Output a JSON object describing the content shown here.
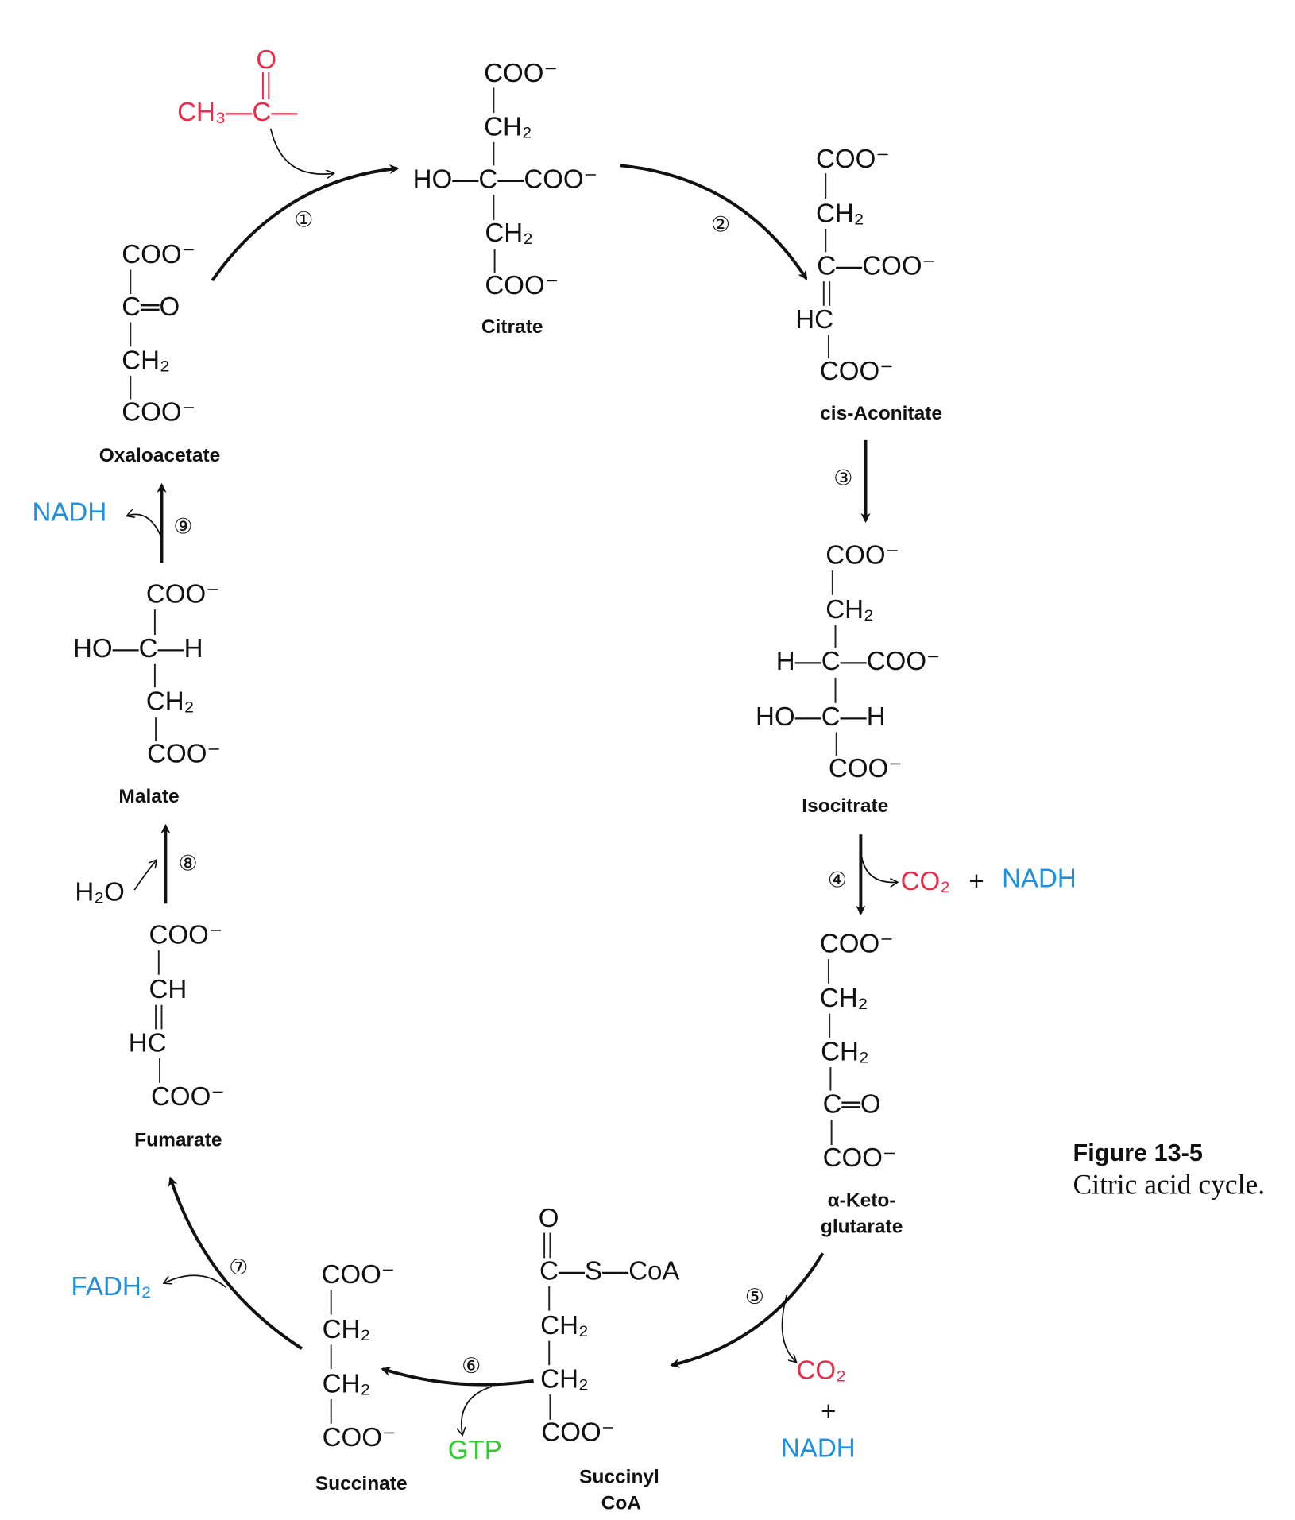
{
  "molecules": {
    "acetyl": {
      "lines": [
        "O",
        "CH₃—C—"
      ]
    },
    "citrate": {
      "name": "Citrate",
      "lines": [
        "COO⁻",
        "CH₂",
        "HO—C—COO⁻",
        "CH₂",
        "COO⁻"
      ]
    },
    "cis_aconitate": {
      "name": "cis-Aconitate",
      "lines": [
        "COO⁻",
        "CH₂",
        "C—COO⁻",
        "HC",
        "COO⁻"
      ]
    },
    "isocitrate": {
      "name": "Isocitrate",
      "lines": [
        "COO⁻",
        "CH₂",
        "H—C—COO⁻",
        "HO—C—H",
        "COO⁻"
      ]
    },
    "alpha_ketoglutarate": {
      "name_line1": "α-Keto-",
      "name_line2": "glutarate",
      "lines": [
        "COO⁻",
        "CH₂",
        "CH₂",
        "C═O",
        "COO⁻"
      ]
    },
    "succinyl_coa": {
      "name_line1": "Succinyl",
      "name_line2": "CoA",
      "lines": [
        "O",
        "C—S—CoA",
        "CH₂",
        "CH₂",
        "COO⁻"
      ]
    },
    "succinate": {
      "name": "Succinate",
      "lines": [
        "COO⁻",
        "CH₂",
        "CH₂",
        "COO⁻"
      ]
    },
    "fumarate": {
      "name": "Fumarate",
      "lines": [
        "COO⁻",
        "CH",
        "HC",
        "COO⁻"
      ]
    },
    "malate": {
      "name": "Malate",
      "lines": [
        "COO⁻",
        "HO—C—H",
        "CH₂",
        "COO⁻"
      ]
    },
    "oxaloacetate": {
      "name": "Oxaloacetate",
      "lines": [
        "COO⁻",
        "C═O",
        "CH₂",
        "COO⁻"
      ]
    }
  },
  "steps": [
    "①",
    "②",
    "③",
    "④",
    "⑤",
    "⑥",
    "⑦",
    "⑧",
    "⑨"
  ],
  "cofactors": {
    "step4_co2": "CO₂",
    "step4_plus": "+",
    "step4_nadh": "NADH",
    "step5_co2": "CO₂",
    "step5_plus": "+",
    "step5_nadh": "NADH",
    "step6_gtp": "GTP",
    "step7_fadh2": "FADH₂",
    "step8_h2o": "H₂O",
    "step9_nadh": "NADH"
  },
  "figure": {
    "number": "Figure 13-5",
    "caption": "Citric acid cycle."
  },
  "colors": {
    "red": "#ee2a48",
    "blue": "#1e90e0",
    "green": "#33cc33"
  }
}
